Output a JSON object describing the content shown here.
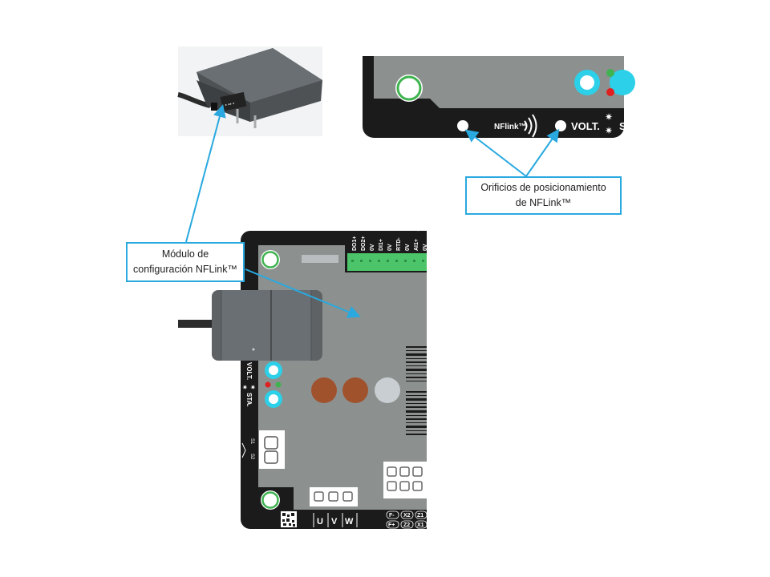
{
  "callouts": {
    "module": {
      "line1": "Módulo de",
      "line2": "configuración NFLink™"
    },
    "holes": {
      "line1": "Orificios de posicionamiento",
      "line2": "de NFLink™"
    }
  },
  "board_labels": {
    "nflink": "NFlink™",
    "volt": "VOLT.",
    "volt_partial": "S",
    "volt_side": "VOLT.",
    "sta_side": "STA.",
    "terminals_top": [
      "DO1+",
      "DO2+",
      "0V",
      "DI1+",
      "0V",
      "RTD-",
      "0V",
      "AI1+",
      "0V"
    ],
    "switch_labels": [
      "S1",
      "S2"
    ],
    "uvw": [
      "U",
      "V",
      "W"
    ],
    "field": [
      "F-",
      "X2",
      "Z1",
      "F+",
      "Z2",
      "X1"
    ]
  },
  "icons": [
    "nfc-wave-icon",
    "led-star-icon",
    "positioning-hole-icon",
    "mounting-hole-icon"
  ],
  "colors": {
    "callout_border": "#29a9df",
    "arrow": "#29a9df",
    "board_black": "#1b1b1b",
    "board_grey": "#8c918f",
    "connector_green": "#4cc46a",
    "led_cyan": "#2cd0e8",
    "pot_brown": "#a0522d",
    "module_grey": "#5e6265"
  }
}
